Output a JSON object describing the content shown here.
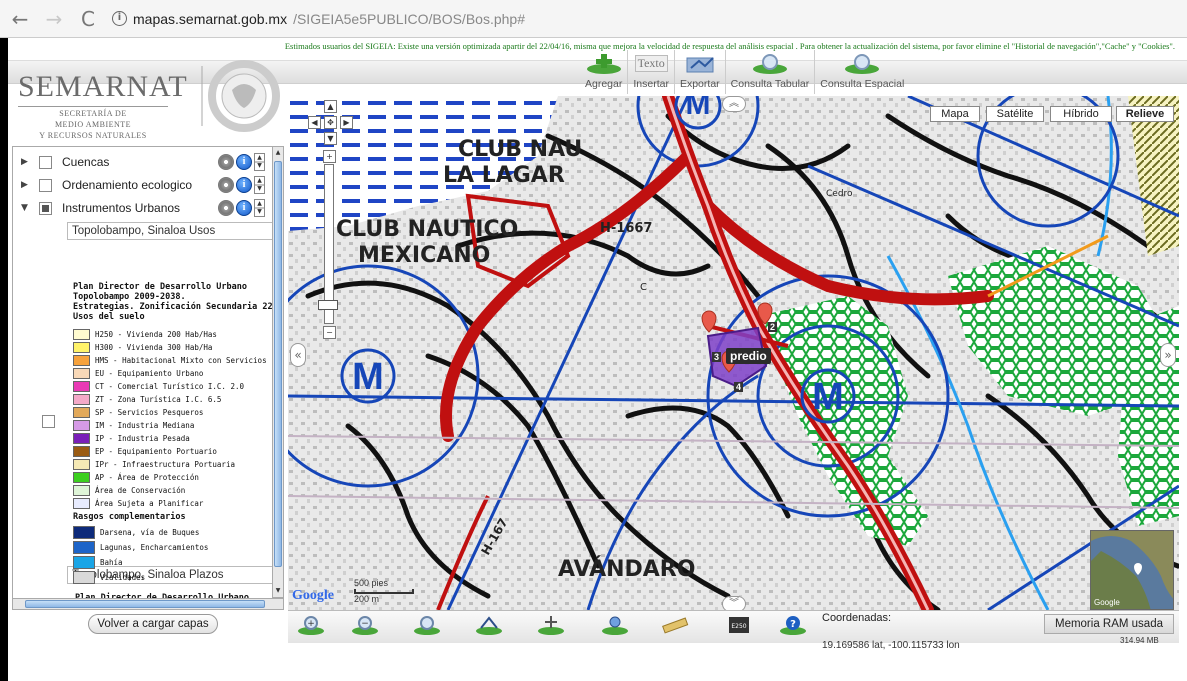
{
  "browser": {
    "back": "←",
    "forward": "→",
    "reload": "C",
    "info": "i",
    "url_host": "mapas.semarnat.gob.mx",
    "url_path": "/SIGEIA5e5PUBLICO/BOS/Bos.php#"
  },
  "notice": "Estimados usuarios del SIGEIA: Existe una versión optimizada apartir del 22/04/16, misma que mejora la velocidad de respuesta del análisis espacial . Para obtener la actualización del sistema, por favor elimine el \"Historial de navegación\",\"Cache\" y \"Cookies\".",
  "logo": {
    "name": "SEMARNAT",
    "subtitle_1": "SECRETARÍA DE",
    "subtitle_2": "MEDIO AMBIENTE",
    "subtitle_3": "Y RECURSOS NATURALES"
  },
  "toolbar": {
    "agregar": "Agregar",
    "insertar": "Insertar",
    "insertar_icon_text": "Texto",
    "exportar": "Exportar",
    "consulta_tabular": "Consulta Tabular",
    "consulta_espacial": "Consulta Espacial"
  },
  "layers": {
    "cuencas": "Cuencas",
    "ordenamiento": "Ordenamiento ecologico",
    "instrumentos": "Instrumentos Urbanos",
    "info_glyph": "i",
    "sub_usos": "Topolobampo, Sinaloa Usos",
    "sub_plazos": "Topolobampo, Sinaloa Plazos",
    "next_cut": "Plan Director de Desarrollo Urbano"
  },
  "legend": {
    "title_1": "Plan Director de Desarrollo Urbano",
    "title_2": "Topolobampo 2009-2038.",
    "title_3": "Estrategias. Zonificación Secundaria 22",
    "title_4": "Usos del suelo",
    "items": [
      {
        "label": "H250 - Vivienda 200 Hab/Has",
        "color": "#fffbd0"
      },
      {
        "label": "H300 - Vivienda 300 Hab/Ha",
        "color": "#fff36a"
      },
      {
        "label": "HMS - Habitacional Mixto con Servicios",
        "color": "#f6a23c"
      },
      {
        "label": "EU - Equipamiento Urbano",
        "color": "#f9d9b8"
      },
      {
        "label": "CT - Comercial Turístico I.C. 2.0",
        "color": "#e93ab5"
      },
      {
        "label": "ZT - Zona Turística I.C. 6.5",
        "color": "#f4a9c8"
      },
      {
        "label": "SP - Servicios Pesqueros",
        "color": "#e2a95a"
      },
      {
        "label": "IM - Industria Mediana",
        "color": "#d69ae6"
      },
      {
        "label": "IP - Industria Pesada",
        "color": "#7a1fb8"
      },
      {
        "label": "EP - Equipamiento Portuario",
        "color": "#9a5b13"
      },
      {
        "label": "IPr - Infraestructura Portuaria",
        "color": "#f5e9b5"
      },
      {
        "label": "AP - Área de Protección",
        "color": "#3ccf1f"
      },
      {
        "label": "Área de Conservación",
        "color": "#dff5d8"
      },
      {
        "label": "Área Sujeta a Planificar",
        "color": "#e8ecff"
      }
    ],
    "rasgos_title": "Rasgos complementarios",
    "rasgos": [
      {
        "label": "Darsena, vía de Buques",
        "color": "#0d2a7a"
      },
      {
        "label": "Lagunas, Encharcamientos",
        "color": "#1d64c8"
      },
      {
        "label": "Bahía",
        "color": "#1aa5e6"
      },
      {
        "label": "Vialidades",
        "color": "#d9d9d9"
      }
    ]
  },
  "reload_button": "Volver a cargar capas",
  "map": {
    "types": [
      "Mapa",
      "Satélite",
      "Híbrido",
      "Relieve"
    ],
    "active_type": "Relieve",
    "labels": {
      "club_1": "CLUB NAU",
      "club_2": "LA LAGAR",
      "club_3": "CLUB NAUTICO",
      "club_4": "MEXICANO",
      "road": "H-1667",
      "road_2": "H-167",
      "avandaro": "AVÁNDARO",
      "cedro": "Cedro",
      "predio": "predio",
      "m_glyph": "M",
      "c_letter": "C"
    },
    "vertices": [
      "2",
      "3",
      "4"
    ],
    "scale_1": "500 pies",
    "scale_2": "200 m",
    "google": "Google",
    "mini_google": "Google"
  },
  "bottom": {
    "coords_label": "Coordenadas:",
    "coords_value": "19.169586 lat,  -100.115733 lon",
    "ram_label": "Memoria RAM usada",
    "ram_value": "314.94 MB",
    "tool_card_text": "E250"
  },
  "colors": {
    "notice_green": "#1a7a1a",
    "road_red": "#c01010",
    "water_blue": "#1646b8",
    "predio_purple": "#7e3fc8"
  }
}
